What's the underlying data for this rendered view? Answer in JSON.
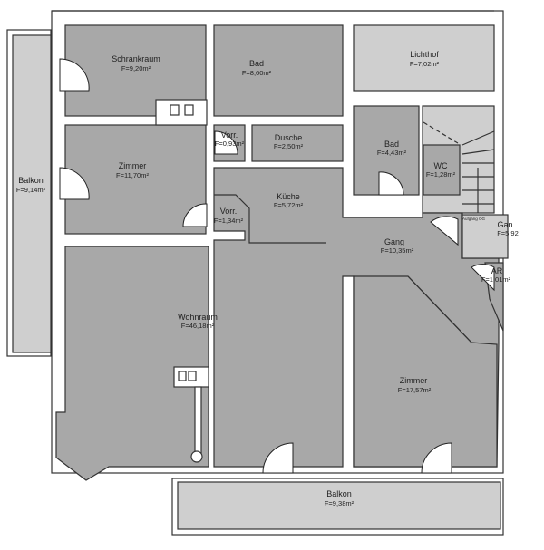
{
  "rooms": {
    "schrankraum": {
      "name": "Schrankraum",
      "area": "F=9,20m²"
    },
    "bad_main": {
      "name": "Bad",
      "area": "F=8,60m²"
    },
    "lichthof": {
      "name": "Lichthof",
      "area": "F=7,02m²"
    },
    "vorr_small": {
      "name": "Vorr.",
      "area": "F=0,93m²"
    },
    "dusche": {
      "name": "Dusche",
      "area": "F=2,50m²"
    },
    "bad_small": {
      "name": "Bad",
      "area": "F=4,43m²"
    },
    "wc": {
      "name": "WC",
      "area": "F=1,28m²"
    },
    "balkon_left": {
      "name": "Balkon",
      "area": "F=9,14m²"
    },
    "zimmer_left": {
      "name": "Zimmer",
      "area": "F=11,70m²"
    },
    "vorr": {
      "name": "Vorr.",
      "area": "F=1,34m²"
    },
    "kueche": {
      "name": "Küche",
      "area": "F=5,72m²"
    },
    "gang": {
      "name": "Gang",
      "area": "F=10,35m²"
    },
    "gang_side": {
      "name": "Gan",
      "area": "F=5,92"
    },
    "ar": {
      "name": "AR",
      "area": "F=1,01m²"
    },
    "wohnraum": {
      "name": "Wohnraum",
      "area": "F=46,18m²"
    },
    "zimmer_right": {
      "name": "Zimmer",
      "area": "F=17,57m²"
    },
    "balkon_bottom": {
      "name": "Balkon",
      "area": "F=9,38m²"
    }
  },
  "stair_label": "Aufgang OG"
}
